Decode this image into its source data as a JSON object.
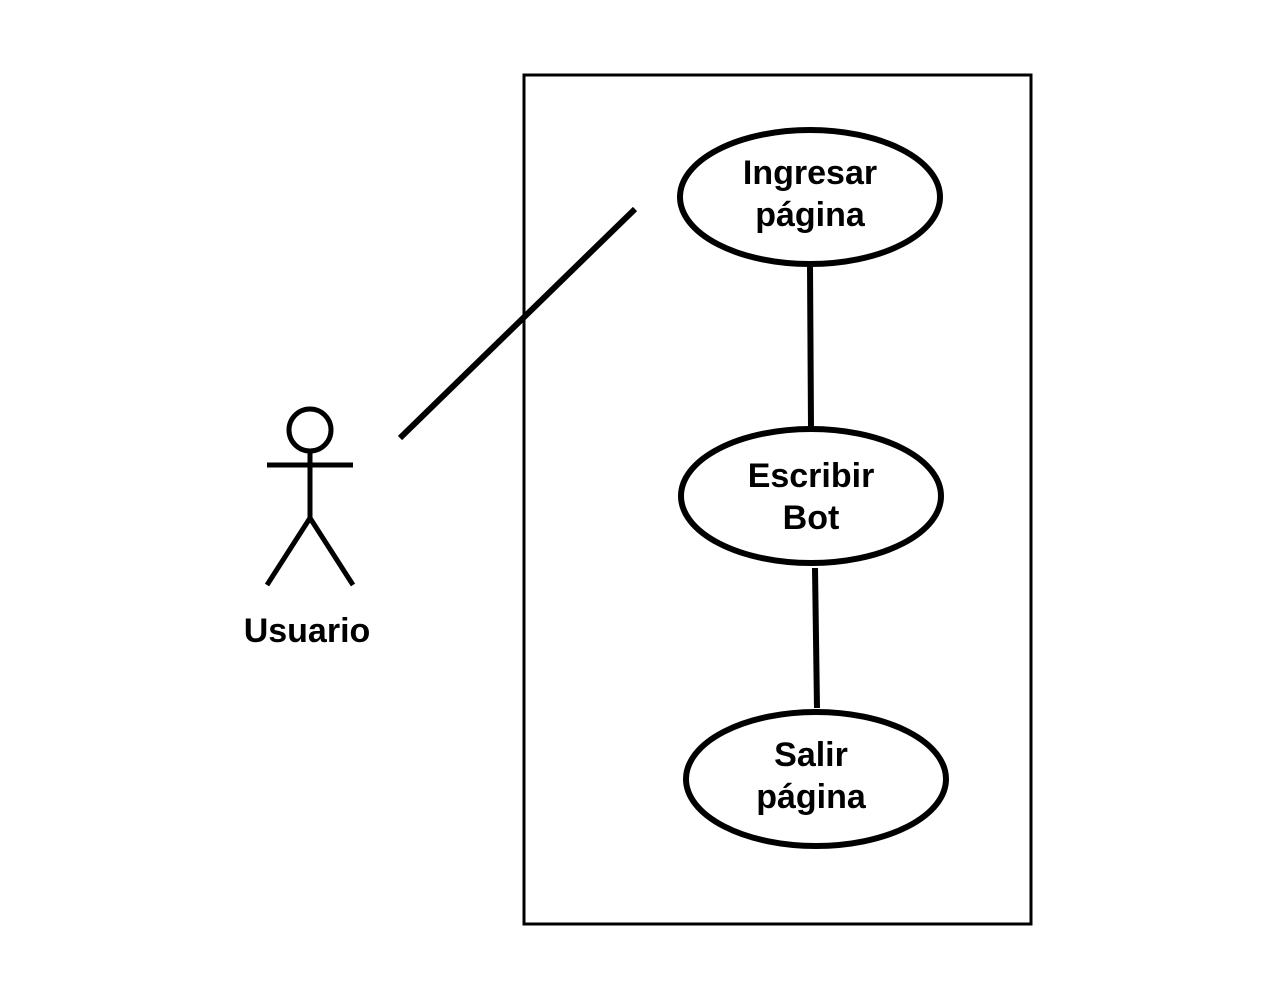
{
  "actor": {
    "name": "Usuario"
  },
  "use_cases": [
    {
      "line1": "Ingresar",
      "line2": "página"
    },
    {
      "line1": "Escribir",
      "line2": "Bot"
    },
    {
      "line1": "Salir",
      "line2": "página"
    }
  ],
  "colors": {
    "stroke": "#000000",
    "background": "#ffffff"
  }
}
